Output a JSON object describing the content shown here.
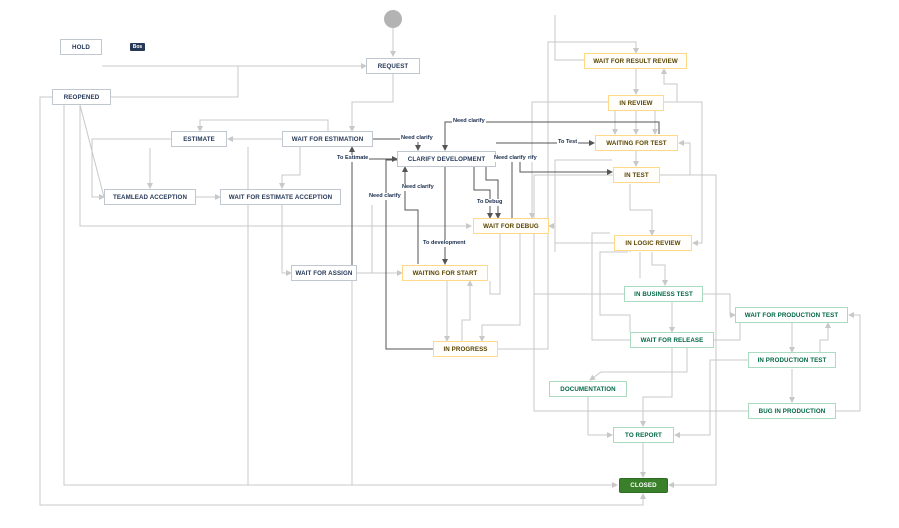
{
  "diagram": {
    "hold_badge": "Bos",
    "statuses": {
      "hold": "HOLD",
      "request": "REQUEST",
      "reopened": "REOPENED",
      "estimate": "ESTIMATE",
      "wait_for_estimation": "WAIT FOR ESTIMATION",
      "clarify_development": "CLARIFY DEVELOPMENT",
      "teamlead_acception": "TEAMLEAD ACCEPTION",
      "wait_for_estimate_acception": "WAIT FOR ESTIMATE ACCEPTION",
      "wait_for_debug": "WAIT FOR DEBUG",
      "wait_for_assign": "WAIT FOR ASSIGN",
      "waiting_for_start": "WAITING FOR START",
      "in_progress": "IN PROGRESS",
      "wait_for_result_review": "WAIT FOR RESULT REVIEW",
      "in_review": "IN REVIEW",
      "waiting_for_test": "WAITING FOR TEST",
      "in_test": "IN TEST",
      "in_logic_review": "IN LOGIC REVIEW",
      "in_business_test": "IN BUSINESS TEST",
      "wait_for_release": "WAIT FOR RELEASE",
      "wait_for_production_test": "WAIT FOR PRODUCTION TEST",
      "in_production_test": "IN PRODUCTION TEST",
      "documentation": "DOCUMENTATION",
      "bug_in_production": "BUG IN PRODUCTION",
      "to_report": "TO REPORT",
      "closed": "CLOSED"
    },
    "transitions": {
      "need_clarify_1": "Need clarify",
      "need_clarify_2": "Need clarify",
      "need_clarify_3": "Need clarify",
      "need_clarify_4": "Need clarify",
      "need_clarify_5": "Need clarify",
      "to_estimate": "To Estimate",
      "to_test": "To Test",
      "to_debug": "To Debug",
      "to_development": "To development",
      "rify": "rify"
    },
    "colors": {
      "todo_text": "#253858",
      "inprogress_text": "#594300",
      "inprogress_border": "#ffd988",
      "done_text": "#006644",
      "done_border": "#abdbbf",
      "closed_fill": "#3a7f2a",
      "line_gray": "#c8c8c8",
      "line_dark": "#555555"
    }
  }
}
